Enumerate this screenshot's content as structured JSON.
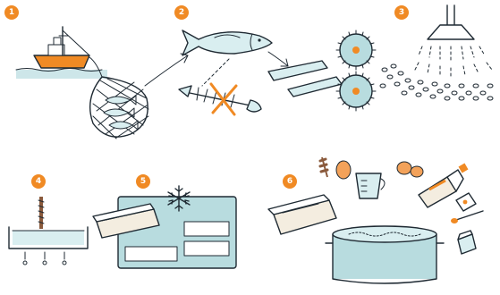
{
  "steps": [
    {
      "number": "1",
      "icon": "fishing-trawler-net-icon"
    },
    {
      "number": "2",
      "icon": "fish-filleting-icon"
    },
    {
      "number": "3",
      "icon": "grinder-washing-icon"
    },
    {
      "number": "4",
      "icon": "pressing-draining-icon"
    },
    {
      "number": "5",
      "icon": "freezing-blocks-icon"
    },
    {
      "number": "6",
      "icon": "cooking-seasoning-pot-icon"
    }
  ],
  "colors": {
    "accent": "#f08a24",
    "water": "#b8dcdf",
    "ink": "#1f2a33"
  }
}
